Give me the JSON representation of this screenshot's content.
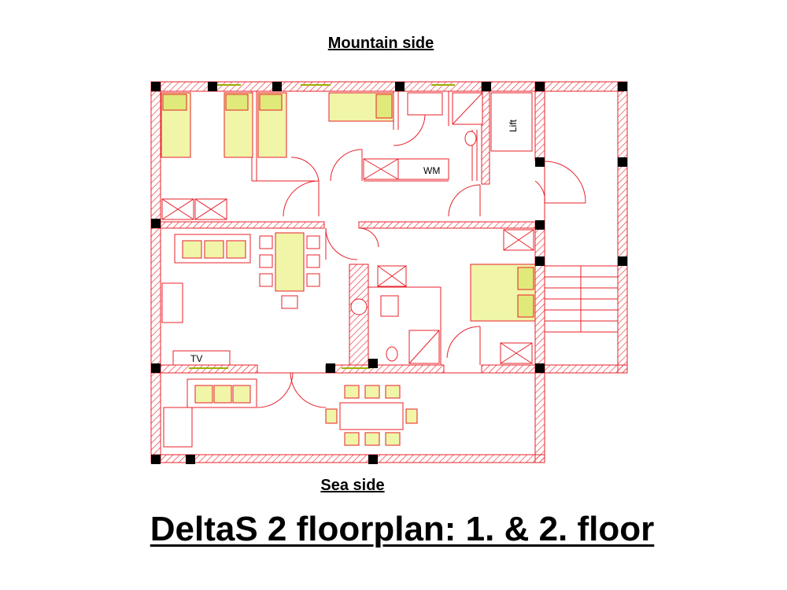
{
  "labels": {
    "top": "Mountain side",
    "bottom": "Sea side",
    "title": "DeltaS 2 floorplan: 1. & 2. floor"
  },
  "plan": {
    "tags": {
      "lift": "Lift",
      "washing_machine": "WM",
      "tv": "TV"
    },
    "colors": {
      "wall_line": "#e8202a",
      "pillar": "#000000",
      "furniture_fill": "#f0f5a8",
      "hatch": "#e8202a"
    }
  }
}
